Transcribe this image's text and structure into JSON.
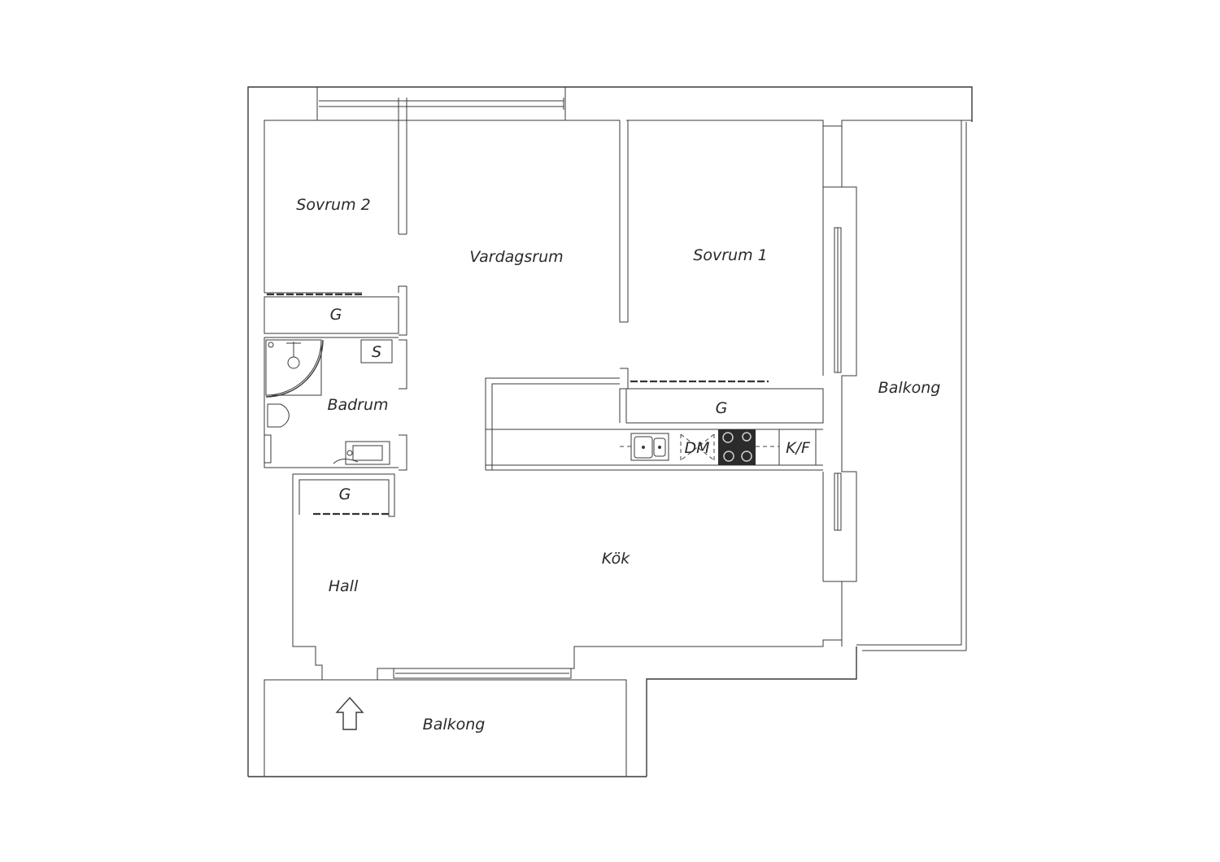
{
  "rooms": {
    "sovrum2": "Sovrum 2",
    "vardagsrum": "Vardagsrum",
    "sovrum1": "Sovrum 1",
    "balkong_east": "Balkong",
    "badrum": "Badrum",
    "kok": "Kök",
    "hall": "Hall",
    "balkong_south": "Balkong"
  },
  "fixtures": {
    "garderob_sovrum2": "G",
    "bastu_or_skap": "S",
    "garderob_sovrum1": "G",
    "garderob_hall": "G",
    "diskmaskin": "DM",
    "kyl_frys": "K/F"
  },
  "icons": {
    "entrance": "entrance-arrow-icon",
    "sink": "kitchen-sink-icon",
    "hob": "cooktop-icon",
    "shower": "shower-icon",
    "toilet": "toilet-icon",
    "washbasin": "washbasin-icon"
  },
  "colors": {
    "line": "#3a3a3a",
    "hob_fill": "#2b2b2b",
    "background": "#ffffff"
  }
}
